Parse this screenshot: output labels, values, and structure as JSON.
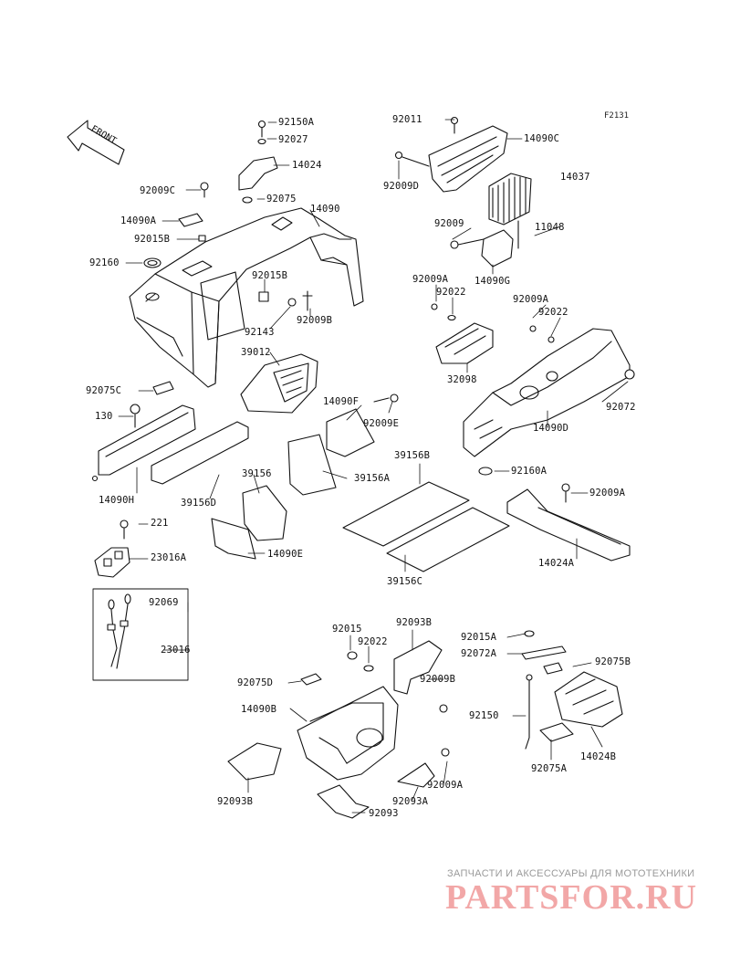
{
  "diagram_code": "F2131",
  "front_label": "FRONT",
  "watermark": {
    "caption": "ЗАПЧАСТИ И АКСЕССУАРЫ ДЛЯ МОТОТЕХНИКИ",
    "brand": "PARTSFOR.RU"
  },
  "labels": {
    "p92150A": "92150A",
    "p92027": "92027",
    "p14024": "14024",
    "p92075": "92075",
    "p92009C": "92009C",
    "p14090A": "14090A",
    "p92015B_a": "92015B",
    "p14090": "14090",
    "p92160": "92160",
    "p92015B_b": "92015B",
    "p92009B": "92009B",
    "p92143": "92143",
    "p92011": "92011",
    "p14090C": "14090C",
    "p92009D": "92009D",
    "p14037": "14037",
    "p92009": "92009",
    "p11048": "11048",
    "p14090G": "14090G",
    "p92009A_a": "92009A",
    "p92022_a": "92022",
    "p92009A_b": "92009A",
    "p92022_b": "92022",
    "p32098": "32098",
    "p92072": "92072",
    "p14090D": "14090D",
    "p39012": "39012",
    "p92075C": "92075C",
    "p130": "130",
    "p14090F": "14090F",
    "p92009E": "92009E",
    "p39156B": "39156B",
    "p92160A": "92160A",
    "p92009A_c": "92009A",
    "p14090H": "14090H",
    "p39156D": "39156D",
    "p39156A": "39156A",
    "p39156": "39156",
    "p221": "221",
    "p23016A": "23016A",
    "p14090E": "14090E",
    "p39156C": "39156C",
    "p14024A": "14024A",
    "p92069": "92069",
    "p23016": "23016",
    "p92015": "92015",
    "p92093B_a": "92093B",
    "p92022_c": "92022",
    "p92015A": "92015A",
    "p92072A": "92072A",
    "p92075B": "92075B",
    "p92075D": "92075D",
    "p92009B_b": "92009B",
    "p14090B": "14090B",
    "p92150": "92150",
    "p14024B": "14024B",
    "p92075A": "92075A",
    "p92093B_b": "92093B",
    "p92009A_d": "92009A",
    "p92093A": "92093A",
    "p92093": "92093"
  }
}
